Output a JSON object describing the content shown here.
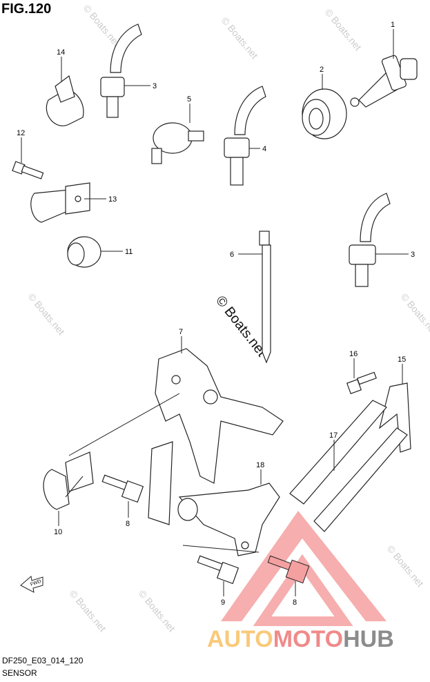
{
  "figure": {
    "title": "FIG.120",
    "code": "DF250_E03_014_120",
    "name": "SENSOR"
  },
  "watermark": {
    "center_text": "© Boats.net",
    "small_text": "© Boats.net"
  },
  "logo": {
    "text": "AUTOMOTOHUB",
    "parts": [
      "AUTO",
      "MOTO",
      "HUB"
    ],
    "colors": [
      "#f9c97a",
      "#f08a8a",
      "#8c8c8c"
    ]
  },
  "fwd_label": "FWD",
  "callouts": [
    "1",
    "2",
    "3",
    "4",
    "5",
    "6",
    "3",
    "11",
    "12",
    "13",
    "14",
    "7",
    "16",
    "15",
    "17",
    "18",
    "10",
    "8",
    "9",
    "8"
  ]
}
